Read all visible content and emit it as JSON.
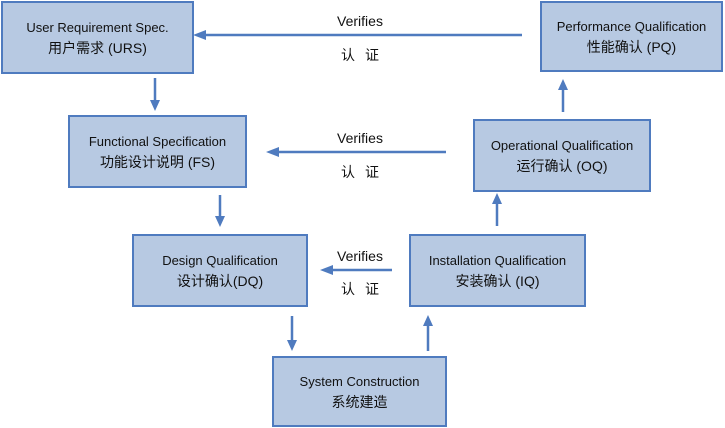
{
  "boxes": {
    "urs": {
      "title": "User Requirement Spec.",
      "subtitle": "用户需求 (URS)"
    },
    "fs": {
      "title": "Functional  Specification",
      "subtitle": "功能设计说明 (FS)"
    },
    "dq": {
      "title": "Design  Qualification",
      "subtitle": "设计确认(DQ)"
    },
    "sc": {
      "title": "System Construction",
      "subtitle": "系统建造"
    },
    "iq": {
      "title": "Installation Qualification",
      "subtitle": "安装确认 (IQ)"
    },
    "oq": {
      "title": "Operational Qualification",
      "subtitle": "运行确认 (OQ)"
    },
    "pq": {
      "title": "Performance Qualification",
      "subtitle": "性能确认 (PQ)"
    }
  },
  "verify_labels": {
    "top": {
      "en": "Verifies",
      "cn": "认证"
    },
    "middle": {
      "en": "Verifies",
      "cn": "认证"
    },
    "bottom": {
      "en": "Verifies",
      "cn": "认证"
    }
  },
  "colors": {
    "box_fill": "#b7c9e2",
    "box_border": "#4f7bbf",
    "arrow": "#4f7bbf"
  }
}
